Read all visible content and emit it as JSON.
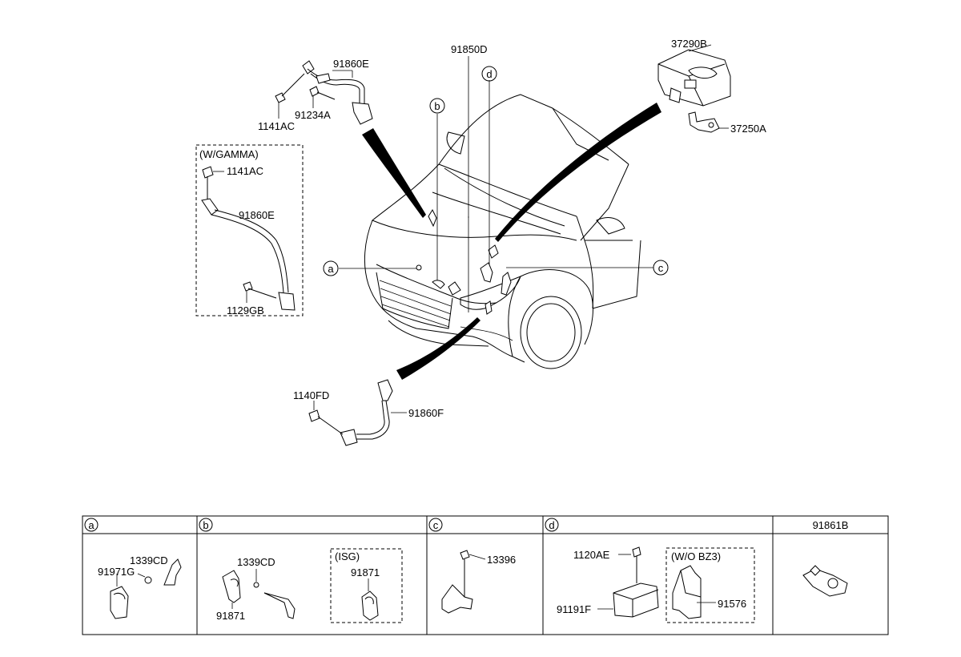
{
  "diagram": {
    "labels": {
      "p91860E_top": "91860E",
      "p1141AC_top": "1141AC",
      "p91234A": "91234A",
      "p91850D": "91850D",
      "p37290B": "37290B",
      "p37250A": "37250A",
      "wgamma_note": "(W/GAMMA)",
      "p1141AC_box": "1141AC",
      "p91860E_box": "91860E",
      "p1129GB": "1129GB",
      "p1140FD": "1140FD",
      "p91860F": "91860F"
    },
    "callouts": {
      "a": "a",
      "b": "b",
      "c": "c",
      "d": "d"
    }
  },
  "table": {
    "headers": {
      "a": "a",
      "b": "b",
      "c": "c",
      "d": "d",
      "last": "91861B"
    },
    "cell_a": {
      "p1339CD": "1339CD",
      "p91971G": "91971G"
    },
    "cell_b": {
      "p1339CD": "1339CD",
      "p91871": "91871",
      "isg_note": "(ISG)",
      "isg_part": "91871"
    },
    "cell_c": {
      "p13396": "13396"
    },
    "cell_d": {
      "p1120AE": "1120AE",
      "p91191F": "91191F",
      "wobz3_note": "(W/O BZ3)",
      "p91576": "91576"
    }
  }
}
